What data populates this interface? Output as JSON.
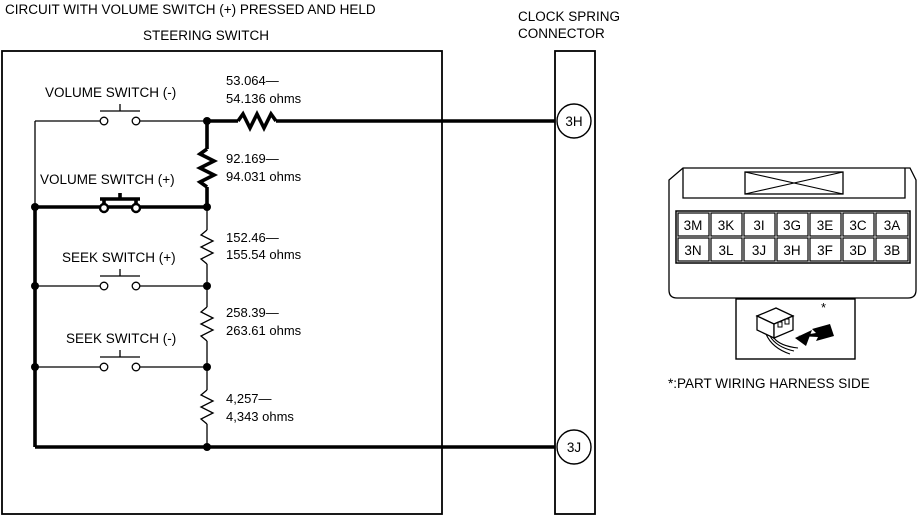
{
  "diagram": {
    "title": "CIRCUIT WITH VOLUME SWITCH (+) PRESSED AND HELD",
    "steering_switch_label": "STEERING SWITCH",
    "clock_spring_label_line1": "CLOCK SPRING",
    "clock_spring_label_line2": "CONNECTOR",
    "switches": {
      "volume_minus": "VOLUME SWITCH (-)",
      "volume_plus": "VOLUME SWITCH (+)",
      "seek_plus": "SEEK SWITCH (+)",
      "seek_minus": "SEEK SWITCH (-)"
    },
    "resistors": [
      {
        "line1": "53.064—",
        "line2": "54.136 ohms"
      },
      {
        "line1": "92.169—",
        "line2": "94.031 ohms"
      },
      {
        "line1": "152.46—",
        "line2": "155.54 ohms"
      },
      {
        "line1": "258.39—",
        "line2": "263.61 ohms"
      },
      {
        "line1": "4,257—",
        "line2": "4,343 ohms"
      }
    ],
    "terminals": {
      "top": "3H",
      "bottom": "3J"
    },
    "connector_pins": {
      "row1": [
        "3M",
        "3K",
        "3I",
        "3G",
        "3E",
        "3C",
        "3A"
      ],
      "row2": [
        "3N",
        "3L",
        "3J",
        "3H",
        "3F",
        "3D",
        "3B"
      ]
    },
    "harness_note": "*:PART WIRING HARNESS SIDE",
    "asterisk": "*"
  }
}
